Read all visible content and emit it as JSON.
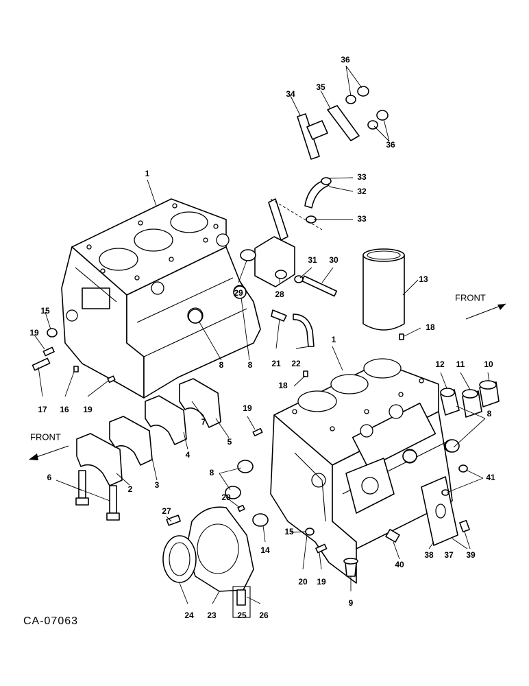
{
  "diagram": {
    "drawing_code": "CA-07063",
    "front_labels": [
      "FRONT",
      "FRONT"
    ],
    "callouts": [
      "1",
      "1",
      "2",
      "3",
      "4",
      "5",
      "6",
      "7",
      "8",
      "8",
      "8",
      "8",
      "9",
      "10",
      "11",
      "12",
      "13",
      "14",
      "15",
      "15",
      "16",
      "17",
      "18",
      "18",
      "19",
      "19",
      "19",
      "19",
      "20",
      "20",
      "21",
      "22",
      "23",
      "24",
      "25",
      "26",
      "27",
      "28",
      "29",
      "30",
      "31",
      "32",
      "33",
      "33",
      "34",
      "35",
      "36",
      "36",
      "37",
      "38",
      "39",
      "40",
      "41"
    ]
  }
}
